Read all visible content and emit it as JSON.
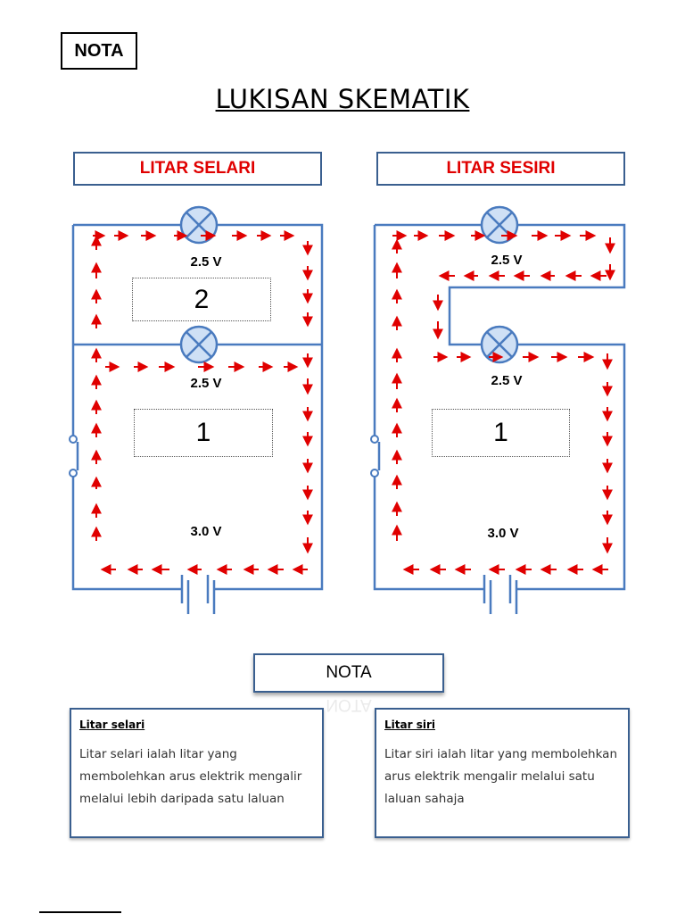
{
  "header": {
    "nota_label": "NOTA",
    "title": "LUKISAN SKEMATIK"
  },
  "circuits": {
    "parallel": {
      "heading": "LITAR SELARI",
      "top_voltage": "2.5 V",
      "mid_voltage": "2.5 V",
      "battery_voltage": "3.0 V",
      "top_loop_number": "2",
      "bottom_loop_number": "1"
    },
    "series": {
      "heading": "LITAR SESIRI",
      "top_voltage": "2.5 V",
      "mid_voltage": "2.5 V",
      "battery_voltage": "3.0 V",
      "loop_number": "1"
    }
  },
  "colors": {
    "wire": "#4a7bbf",
    "arrow": "#e00000",
    "box_border": "#3a5f8f"
  },
  "notes": {
    "heading": "NOTA",
    "parallel": {
      "title": "Litar selari",
      "text": "Litar selari ialah litar yang membolehkan arus elektrik mengalir melalui lebih daripada satu laluan"
    },
    "series": {
      "title": "Litar siri",
      "text": "Litar siri ialah litar yang membolehkan arus elektrik mengalir melalui satu laluan sahaja"
    }
  }
}
